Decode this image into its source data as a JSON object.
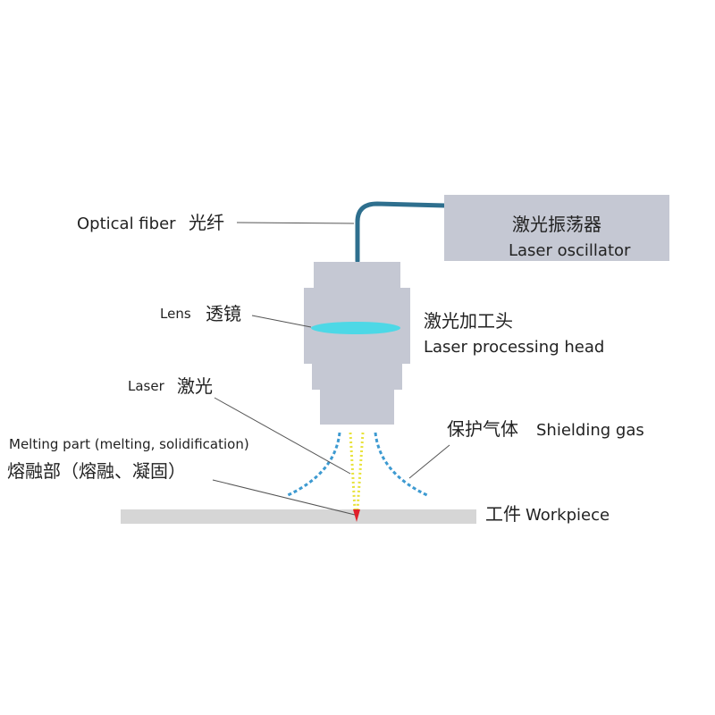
{
  "labels": {
    "optical_fiber_en": "Optical fiber",
    "optical_fiber_zh": "光纤",
    "oscillator_zh": "激光振荡器",
    "oscillator_en": "Laser oscillator",
    "lens_en": "Lens",
    "lens_zh": "透镜",
    "head_zh": "激光加工头",
    "head_en": "Laser processing head",
    "laser_en": "Laser",
    "laser_zh": "激光",
    "melting_en": "Melting part (melting, solidification)",
    "melting_zh": "熔融部（熔融、凝固）",
    "gas_zh": "保护气体",
    "gas_en": "Shielding gas",
    "workpiece_zh": "工件",
    "workpiece_en": "Workpiece"
  },
  "colors": {
    "fiber": "#2e6f8e",
    "body": "#c5c8d3",
    "lens": "#4dd8e6",
    "beam": "#e8e23a",
    "gas": "#3d9ad1",
    "workpiece": "#d6d6d6",
    "melt": "#e0202a",
    "leader": "#555555"
  }
}
